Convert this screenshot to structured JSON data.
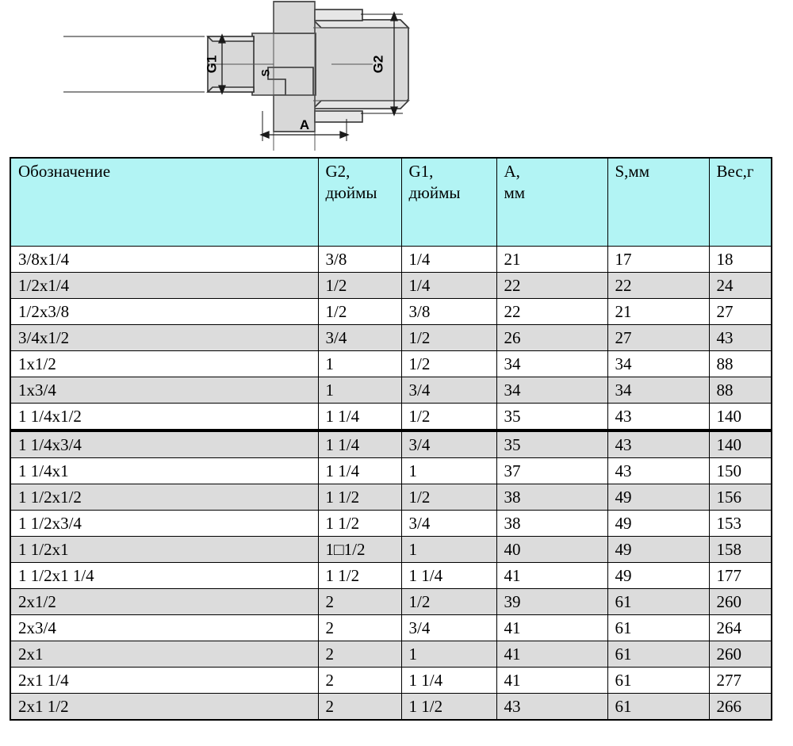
{
  "drawing": {
    "caption": "sectional-view-of-reducing-bushing",
    "dimension_labels": {
      "g1": "G1",
      "g2": "G2",
      "a": "A",
      "s": "S"
    },
    "colors": {
      "body_fill": "#d8d8d8",
      "body_fill_light": "#e6e6e6",
      "outline": "#333333",
      "dimension_line": "#1a1a1a"
    }
  },
  "table": {
    "header_bg": "#b2f4f4",
    "row_alt_bg": "#dcdcdc",
    "columns": [
      {
        "key": "name",
        "label": "Обозначение"
      },
      {
        "key": "g2",
        "label": "G2,\nдюймы"
      },
      {
        "key": "g1",
        "label": "G1,\nдюймы"
      },
      {
        "key": "a",
        "label": "A,\nмм"
      },
      {
        "key": "s",
        "label": "S,мм"
      },
      {
        "key": "w",
        "label": "Вес,г"
      }
    ],
    "rows": [
      {
        "name": "3/8x1/4",
        "g2": "3/8",
        "g1": "1/4",
        "a": "21",
        "s": "17",
        "w": "18"
      },
      {
        "name": "1/2x1/4",
        "g2": "1/2",
        "g1": "1/4",
        "a": "22",
        "s": "22",
        "w": "24"
      },
      {
        "name": "1/2x3/8",
        "g2": "1/2",
        "g1": "3/8",
        "a": "22",
        "s": "21",
        "w": "27"
      },
      {
        "name": "3/4x1/2",
        "g2": "3/4",
        "g1": "1/2",
        "a": "26",
        "s": "27",
        "w": "43"
      },
      {
        "name": "1x1/2",
        "g2": "1",
        "g1": "1/2",
        "a": "34",
        "s": "34",
        "w": "88"
      },
      {
        "name": "1x3/4",
        "g2": "1",
        "g1": "3/4",
        "a": "34",
        "s": "34",
        "w": "88"
      },
      {
        "name": "1 1/4x1/2",
        "g2": "1 1/4",
        "g1": "1/2",
        "a": "35",
        "s": "43",
        "w": "140"
      },
      {
        "name": "1 1/4x3/4",
        "g2": "1 1/4",
        "g1": "3/4",
        "a": "35",
        "s": "43",
        "w": "140"
      },
      {
        "name": "1 1/4x1",
        "g2": "1 1/4",
        "g1": "1",
        "a": "37",
        "s": "43",
        "w": "150"
      },
      {
        "name": "1 1/2x1/2",
        "g2": "1 1/2",
        "g1": "1/2",
        "a": "38",
        "s": "49",
        "w": "156"
      },
      {
        "name": "1 1/2x3/4",
        "g2": "1 1/2",
        "g1": "3/4",
        "a": "38",
        "s": "49",
        "w": "153"
      },
      {
        "name": "1 1/2x1",
        "g2": "1□1/2",
        "g1": "1",
        "a": "40",
        "s": "49",
        "w": "158"
      },
      {
        "name": "1 1/2x1 1/4",
        "g2": "1 1/2",
        "g1": "1 1/4",
        "a": "41",
        "s": "49",
        "w": "177"
      },
      {
        "name": "2x1/2",
        "g2": "2",
        "g1": "1/2",
        "a": "39",
        "s": "61",
        "w": "260"
      },
      {
        "name": "2x3/4",
        "g2": "2",
        "g1": "3/4",
        "a": "41",
        "s": "61",
        "w": "264"
      },
      {
        "name": "2x1",
        "g2": "2",
        "g1": "1",
        "a": "41",
        "s": "61",
        "w": "260"
      },
      {
        "name": "2x1 1/4",
        "g2": "2",
        "g1": "1 1/4",
        "a": "41",
        "s": "61",
        "w": "277"
      },
      {
        "name": "2x1 1/2",
        "g2": "2",
        "g1": "1 1/2",
        "a": "43",
        "s": "61",
        "w": "266"
      }
    ],
    "thick_divider_after_row_index": 6
  }
}
